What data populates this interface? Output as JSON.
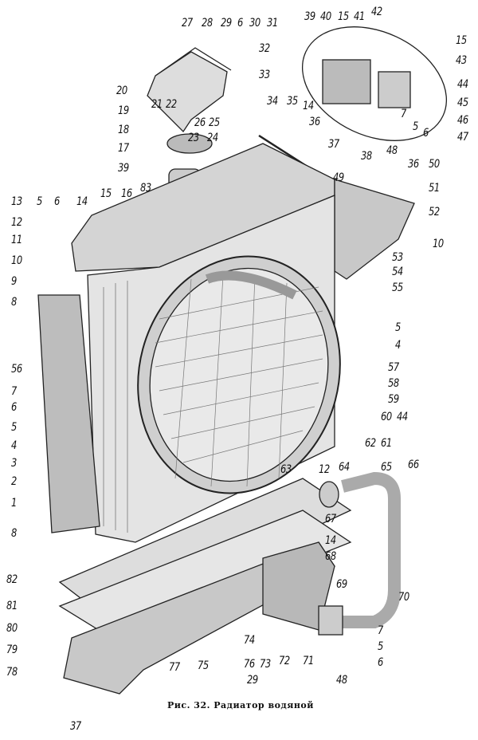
{
  "caption": "Рис. 32. Радиатор водяной",
  "labels": [
    "27",
    "28",
    "29",
    "6",
    "30",
    "31",
    "32",
    "33",
    "34",
    "35",
    "14",
    "36",
    "26",
    "25",
    "20",
    "19",
    "21",
    "22",
    "23",
    "24",
    "18",
    "17",
    "39",
    "13",
    "5",
    "6",
    "14",
    "15",
    "16",
    "83",
    "12",
    "11",
    "10",
    "9",
    "8",
    "39",
    "40",
    "15",
    "41",
    "42",
    "15",
    "43",
    "44",
    "45",
    "46",
    "47",
    "7",
    "5",
    "6",
    "48",
    "37",
    "38",
    "49",
    "36",
    "50",
    "51",
    "52",
    "10",
    "53",
    "54",
    "55",
    "5",
    "4",
    "57",
    "58",
    "59",
    "60",
    "44",
    "62",
    "61",
    "56",
    "7",
    "6",
    "5",
    "4",
    "3",
    "2",
    "1",
    "8",
    "63",
    "12",
    "64",
    "65",
    "66",
    "67",
    "14",
    "68",
    "69",
    "70",
    "7",
    "5",
    "6",
    "48",
    "82",
    "81",
    "80",
    "79",
    "78",
    "37",
    "77",
    "75",
    "74",
    "76",
    "73",
    "29",
    "72",
    "71"
  ]
}
